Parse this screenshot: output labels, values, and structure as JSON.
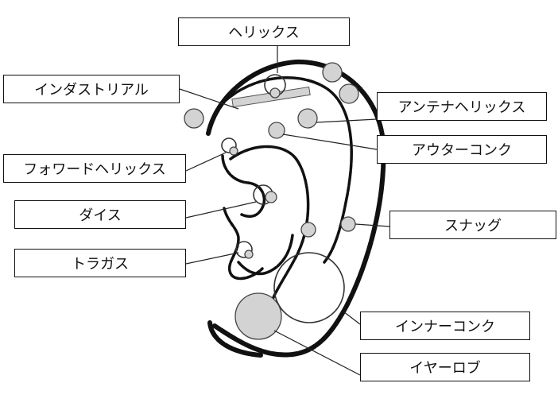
{
  "labels": {
    "helix": "ヘリックス",
    "industrial": "インダストリアル",
    "antenna_helix": "アンテナヘリックス",
    "outer_conch": "アウターコンク",
    "forward_helix": "フォワードヘリックス",
    "daith": "ダイス",
    "snug": "スナッグ",
    "tragus": "トラガス",
    "inner_conch": "インナーコンク",
    "earlobe": "イヤーロブ"
  }
}
